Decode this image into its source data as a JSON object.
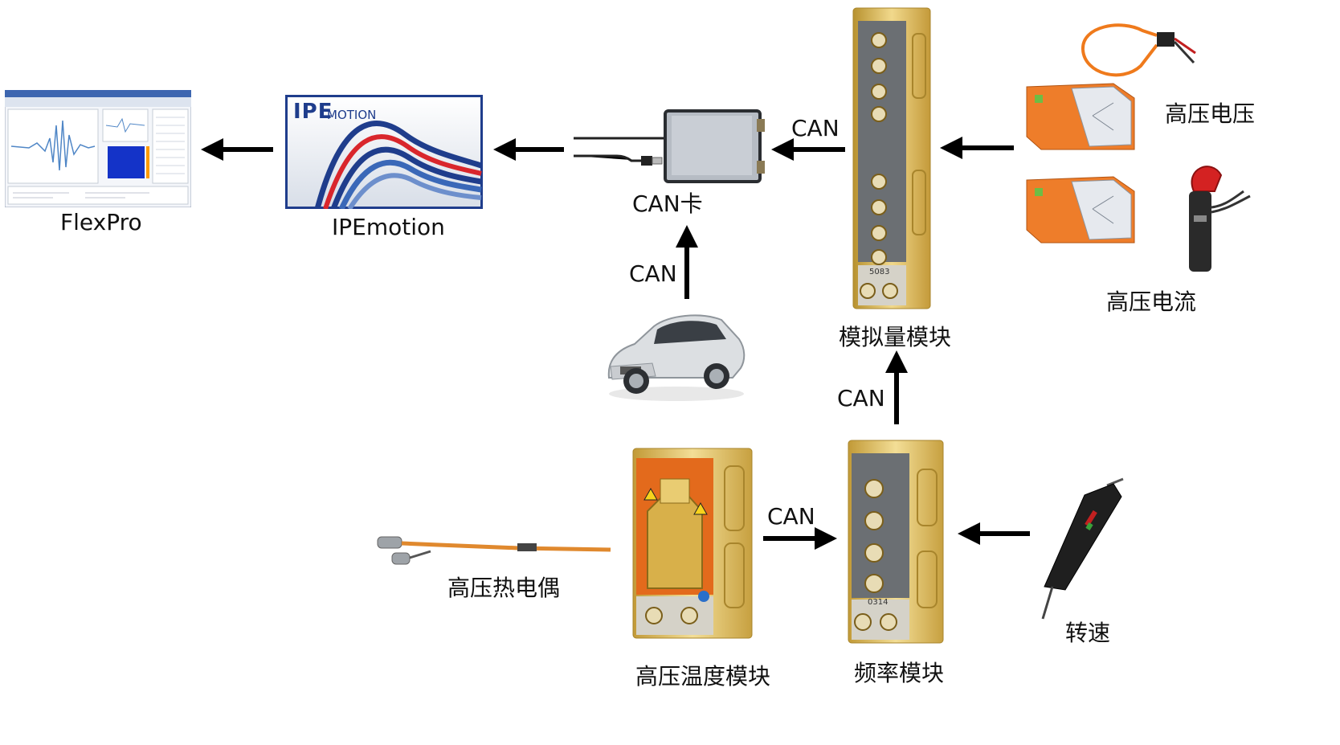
{
  "labels": {
    "flexpro": "FlexPro",
    "ipemotion": "IPEmotion",
    "can_card": "CAN卡",
    "analog_module": "模拟量模块",
    "hv_voltage": "高压电压",
    "hv_current": "高压电流",
    "hv_thermocouple": "高压热电偶",
    "hv_temp_module": "高压温度模块",
    "freq_module": "频率模块",
    "speed": "转速"
  },
  "can": {
    "car_to_card": "CAN",
    "analog_to_card": "CAN",
    "freq_to_analog": "CAN",
    "temp_to_freq": "CAN"
  },
  "logo": {
    "ipe": "IPE",
    "motion": "MOTION"
  },
  "module_numbers": {
    "analog": "5083",
    "freq": "0314"
  },
  "colors": {
    "arrow": "#000000",
    "gold": "#d9b24a",
    "orange": "#e8742a",
    "blue_logo": "#1f3d8c"
  }
}
